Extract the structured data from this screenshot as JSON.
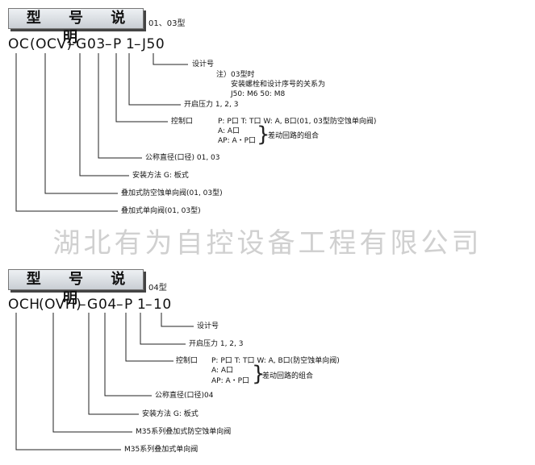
{
  "section1": {
    "title": "型 号 说 明",
    "subtitle": "01、03型",
    "code": [
      "OC",
      "(OCV)",
      "–",
      "G",
      "03",
      "–",
      "P",
      "1",
      "–",
      "J50"
    ],
    "labels": {
      "design_no": "设计号",
      "note1": "注）03型时",
      "note2": "安装螺栓和设计序号的关系为",
      "note3": "J50: M6  50: M8",
      "pressure": "开启压力 1, 2, 3",
      "port": "控制口",
      "port_p": "P: P口  T: T口  W: A, B口(01, 03型防空蚀单向阀)",
      "port_a": "A: A口",
      "port_ap": "AP: A・P口",
      "combo": "差动回路的组合",
      "diameter": "公称直径(口径)  01, 03",
      "mount": "安装方法  G: 板式",
      "stack_anti": "叠加式防空蚀单向阀(01, 03型)",
      "stack_check": "叠加式单向阀(01, 03型)"
    }
  },
  "watermark": "湖北有为自控设备工程有限公司",
  "section2": {
    "title": "型 号 说 明",
    "subtitle": "04型",
    "code": [
      "OCH",
      "(OVH)",
      "–",
      "G",
      "04",
      "–",
      "P",
      "1",
      "–",
      "10"
    ],
    "labels": {
      "design_no": "设计号",
      "pressure": "开启压力 1, 2, 3",
      "port": "控制口",
      "port_p": "P: P口  T: T口  W: A, B口(防空蚀单向阀)",
      "port_a": "A: A口",
      "port_ap": "AP: A・P口",
      "combo": "差动回路的组合",
      "diameter": "公称直径(口径)04",
      "mount": "安装方法  G: 板式",
      "stack_anti": "M35系列叠加式防空蚀单向阀",
      "stack_check": "M35系列叠加式单向阀"
    }
  }
}
